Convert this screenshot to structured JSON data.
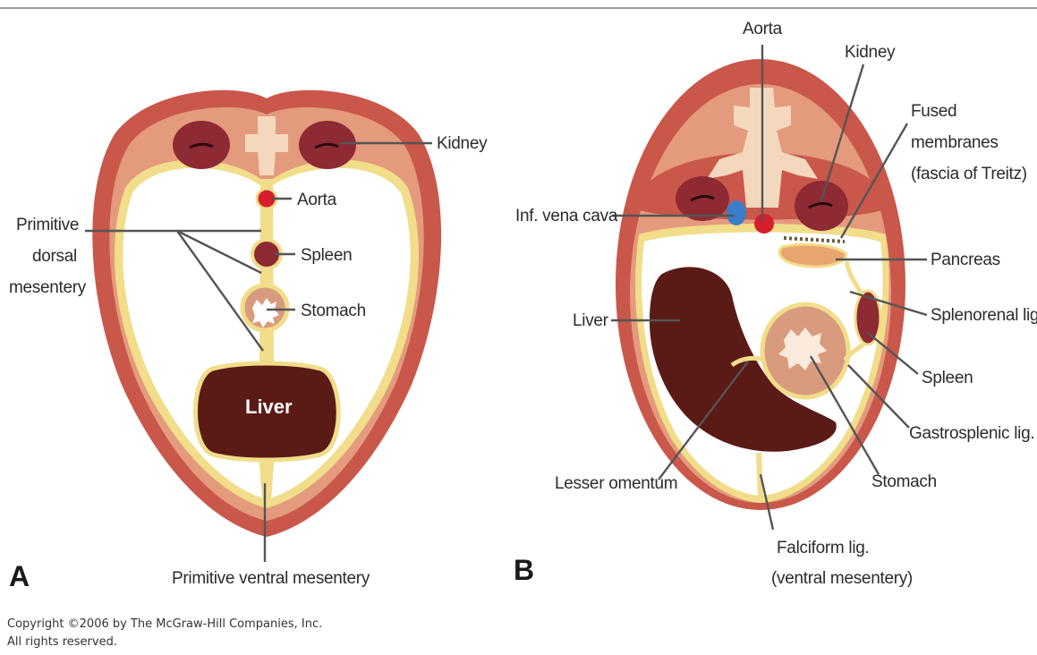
{
  "panel_a": {
    "letter": "A",
    "labels": {
      "kidney": "Kidney",
      "aorta": "Aorta",
      "spleen": "Spleen",
      "stomach": "Stomach",
      "liver": "Liver",
      "primitive_dorsal_mesentery": [
        "Primitive",
        "dorsal",
        "mesentery"
      ],
      "primitive_ventral_mesentery": "Primitive ventral mesentery"
    }
  },
  "panel_b": {
    "letter": "B",
    "labels": {
      "aorta": "Aorta",
      "kidney": "Kidney",
      "fused_membranes": [
        "Fused",
        "membranes",
        "(fascia of Treitz)"
      ],
      "inf_vena_cava": "Inf. vena cava",
      "pancreas": "Pancreas",
      "liver": "Liver",
      "splenorenal_lig": "Splenorenal lig.",
      "spleen": "Spleen",
      "gastrosplenic_lig": "Gastrosplenic lig.",
      "lesser_omentum": "Lesser omentum",
      "stomach": "Stomach",
      "falciform_lig": [
        "Falciform lig.",
        "(ventral mesentery)"
      ]
    }
  },
  "copyright": {
    "line1": "Copyright ©2006 by The McGraw-Hill Companies, Inc.",
    "line2": "All rights reserved."
  },
  "colors": {
    "body_wall": "#c9574a",
    "body_wall_inner": "#e8a07e",
    "cavity": "#ffffff",
    "membrane": "#f1dd8a",
    "kidney": "#8e2a34",
    "vertebra": "#f4d8bd",
    "aorta": "#d51f2c",
    "vena_cava": "#3a7ec9",
    "liver": "#5a1a15",
    "pancreas": "#e9a56e"
  }
}
